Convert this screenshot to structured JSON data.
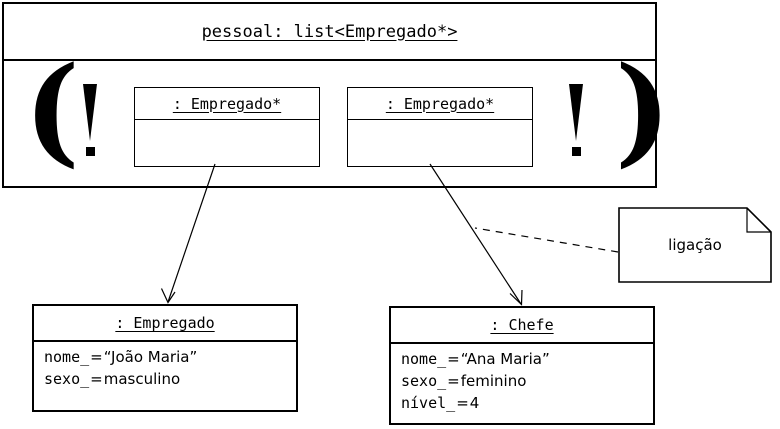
{
  "diagram": {
    "type": "uml-object-diagram",
    "colors": {
      "stroke": "#000000",
      "background": "#ffffff"
    },
    "collection": {
      "title": "pessoal: list<Empregado*>",
      "open_bracket": "(",
      "close_bracket": ")",
      "left_marker": "!",
      "right_marker": "!",
      "elements": [
        {
          "title": ": Empregado*",
          "attributes": []
        },
        {
          "title": ": Empregado*",
          "attributes": []
        }
      ]
    },
    "instances": [
      {
        "title": ": Empregado",
        "attributes": [
          {
            "name": "nome_",
            "eq": "=",
            "value": "“João Maria”"
          },
          {
            "name": "sexo_",
            "eq": "=",
            "value": "masculino"
          }
        ]
      },
      {
        "title": ": Chefe",
        "attributes": [
          {
            "name": "nome_",
            "eq": "=",
            "value": "“Ana Maria”"
          },
          {
            "name": "sexo_",
            "eq": "=",
            "value": "feminino"
          },
          {
            "name": "nível_",
            "eq": "=",
            "value": "4"
          }
        ]
      }
    ],
    "note": {
      "text": "ligação"
    }
  }
}
